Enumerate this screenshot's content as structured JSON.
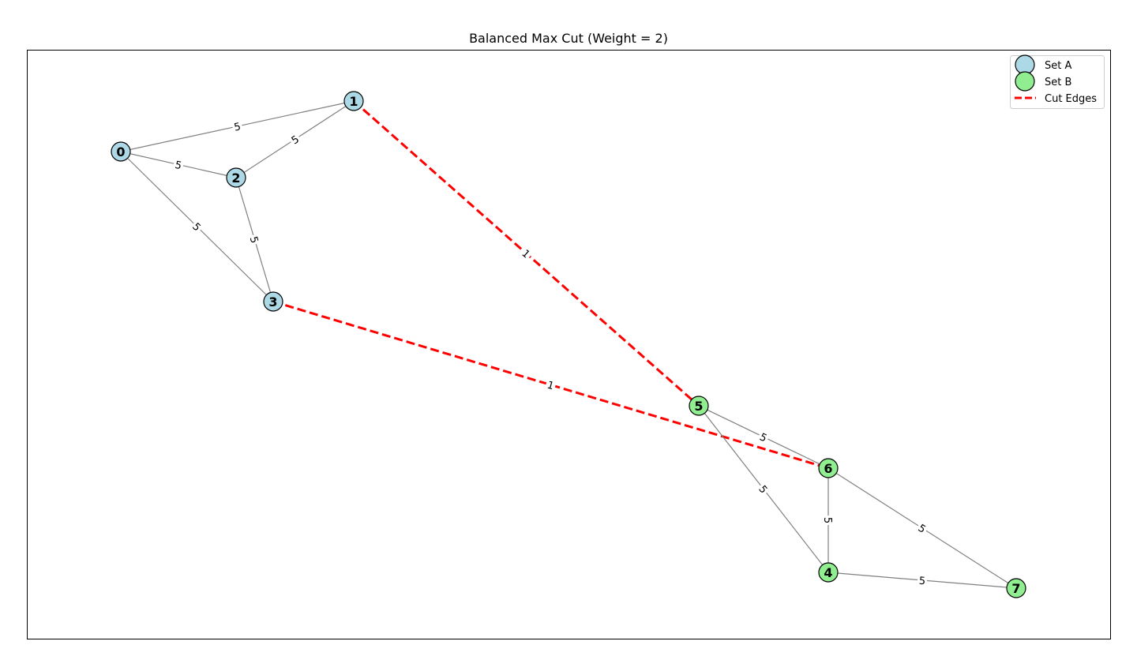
{
  "title": "Balanced Max Cut (Weight = 2)",
  "colors": {
    "set_a": "#add8e6",
    "set_b": "#90ee90",
    "edge": "#808080",
    "cut_edge": "#ff0000",
    "node_stroke": "#000000"
  },
  "legend": {
    "items": [
      {
        "label": "Set A",
        "kind": "node",
        "set": "A"
      },
      {
        "label": "Set B",
        "kind": "node",
        "set": "B"
      },
      {
        "label": "Cut Edges",
        "kind": "cut-line"
      }
    ]
  },
  "graph": {
    "nodes": [
      {
        "id": "0",
        "set": "A"
      },
      {
        "id": "1",
        "set": "A"
      },
      {
        "id": "2",
        "set": "A"
      },
      {
        "id": "3",
        "set": "A"
      },
      {
        "id": "4",
        "set": "B"
      },
      {
        "id": "5",
        "set": "B"
      },
      {
        "id": "6",
        "set": "B"
      },
      {
        "id": "7",
        "set": "B"
      }
    ],
    "edges": [
      {
        "source": "0",
        "target": "1",
        "weight": "5",
        "cut": false
      },
      {
        "source": "0",
        "target": "2",
        "weight": "5",
        "cut": false
      },
      {
        "source": "0",
        "target": "3",
        "weight": "5",
        "cut": false
      },
      {
        "source": "1",
        "target": "2",
        "weight": "5",
        "cut": false
      },
      {
        "source": "2",
        "target": "3",
        "weight": "5",
        "cut": false
      },
      {
        "source": "1",
        "target": "5",
        "weight": "1",
        "cut": true
      },
      {
        "source": "3",
        "target": "6",
        "weight": "1",
        "cut": true
      },
      {
        "source": "5",
        "target": "6",
        "weight": "5",
        "cut": false
      },
      {
        "source": "5",
        "target": "4",
        "weight": "5",
        "cut": false
      },
      {
        "source": "6",
        "target": "4",
        "weight": "5",
        "cut": false
      },
      {
        "source": "6",
        "target": "7",
        "weight": "5",
        "cut": false
      },
      {
        "source": "4",
        "target": "7",
        "weight": "5",
        "cut": false
      }
    ]
  }
}
